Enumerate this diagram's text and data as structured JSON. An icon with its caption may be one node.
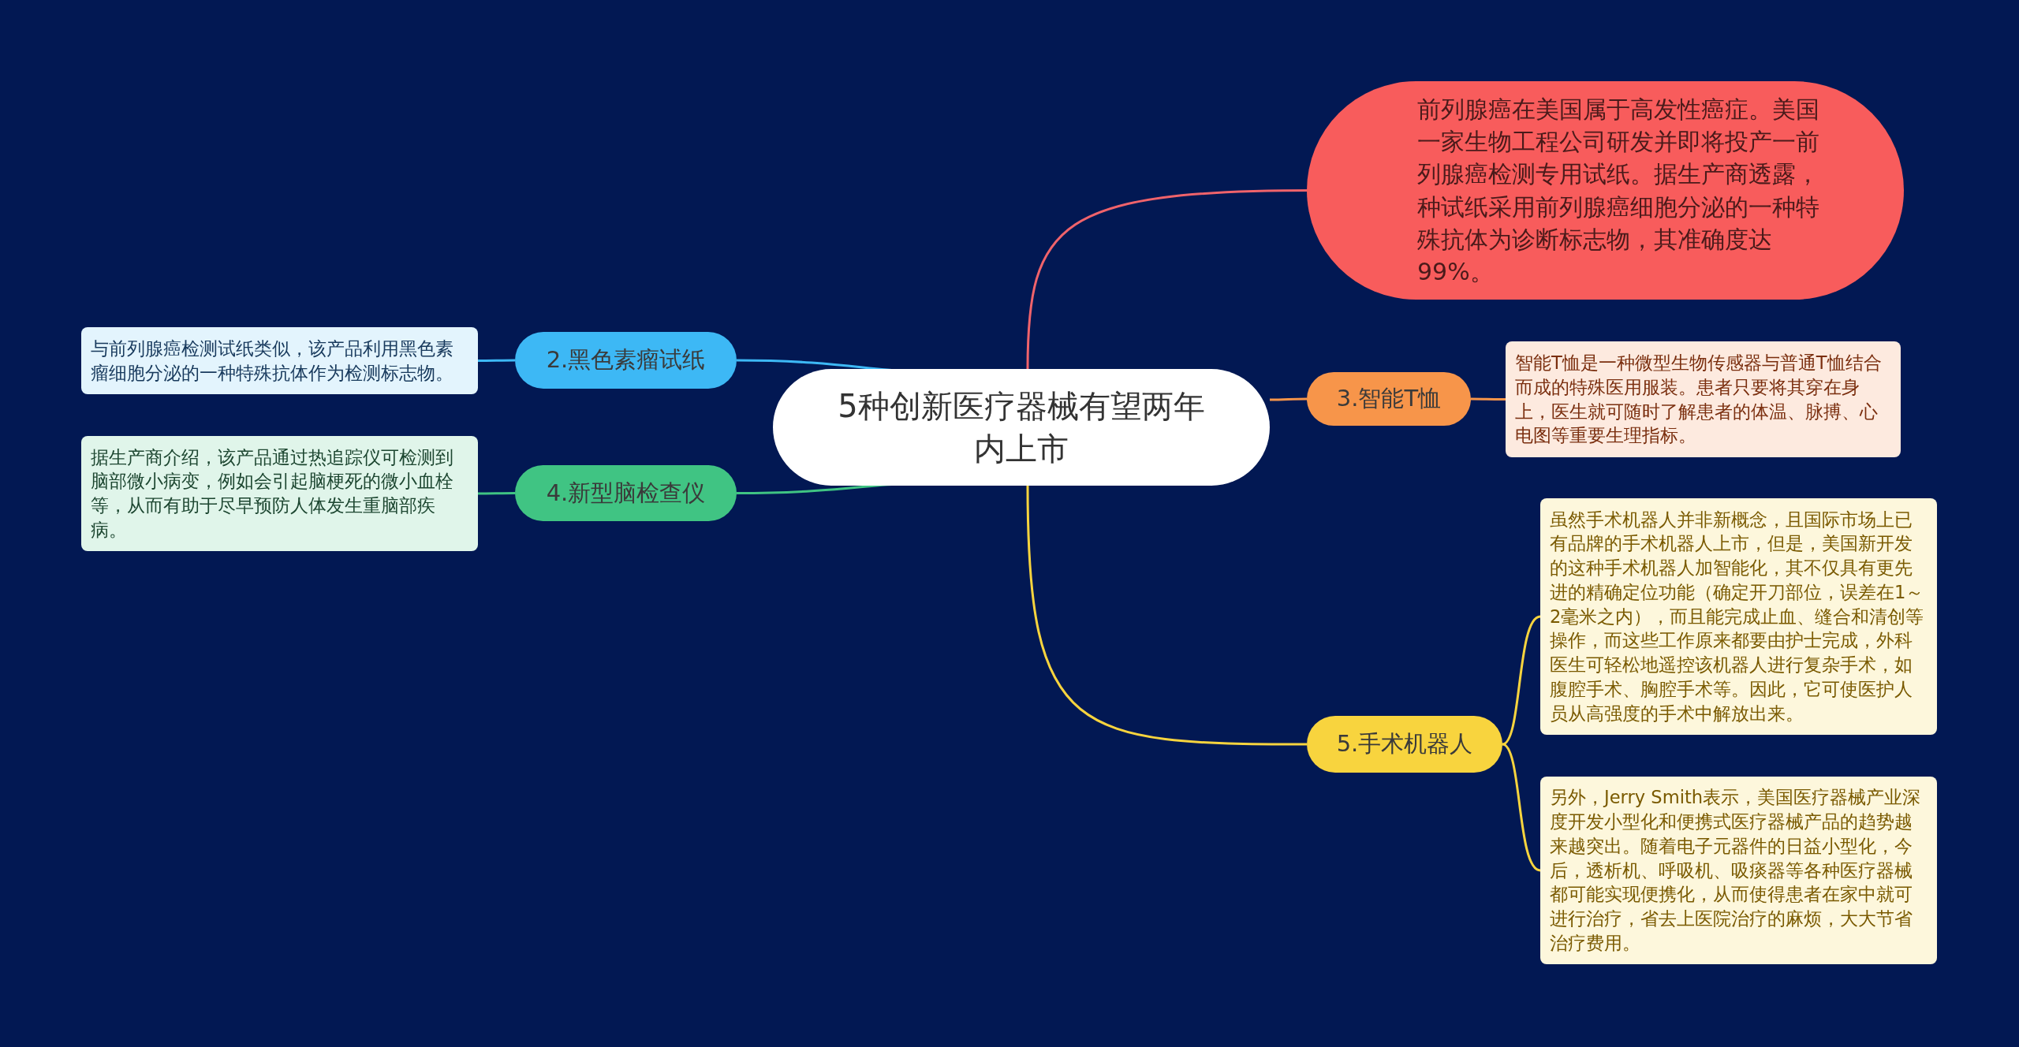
{
  "diagram": {
    "nodes": [
      {
        "text": [
          "5种创新医疗器械有望两年内上市"
        ]
      },
      {
        "text": [
          "前列腺癌在美国属于高发性癌症。美国一家生物工程公司研发并即将投产一前列腺癌检测专用试纸。据生产商透露，种试纸采用前列腺癌细胞分泌的一种特殊抗体为诊断标志物，其准确度达99%。"
        ]
      },
      {
        "text": [
          "2.黑色素瘤试纸"
        ]
      },
      {
        "text": [
          "与前列腺癌检测试纸类似，该产品利用黑色素瘤细胞分泌的一种特殊抗体作为检测标志物。"
        ]
      },
      {
        "text": [
          "3.智能T恤"
        ]
      },
      {
        "text": [
          "智能T恤是一种微型生物传感器与普通T恤结合而成的特殊医用服装。患者只要将其穿在身上，医生就可随时了解患者的体温、脉搏、心电图等重要生理指标。"
        ]
      },
      {
        "text": [
          "4.新型脑检查仪"
        ]
      },
      {
        "text": [
          "据生产商介绍，该产品通过热追踪仪可检测到脑部微小病变，例如会引起脑梗死的微小血栓等，从而有助于尽早预防人体发生重脑部疾病。"
        ]
      },
      {
        "text": [
          "5.手术机器人"
        ]
      },
      {
        "text": [
          "虽然手术机器人并非新概念，且国际市场上已有品牌的手术机器人上市，但是，美国新开发的这种手术机器人加智能化，其不仅具有更先进的精确定位功能（确定开刀部位，误差在1～2毫米之内），而且能完成止血、缝合和清创等操作，而这些工作原来都要由护士完成，外科医生可轻松地遥控该机器人进行复杂手术，如腹腔手术、胸腔手术等。因此，它可使医护人员从高强度的手术中解放出来。"
        ]
      },
      {
        "text": [
          "另外，Jerry Smith表示，美国医疗器械产业深度开发小型化和便携式医疗器械产品的趋势越来越突出。随着电子元器件的日益小型化，今后，透析机、呼吸机、吸痰器等各种医疗器械都可能实现便携化，从而使得患者在家中就可进行治疗，省去上医院治疗的麻烦，大大节省治疗费用。"
        ]
      }
    ],
    "edges": [
      {
        "from": 0,
        "to": 1,
        "arrow": "none",
        "color": "#f0636b"
      },
      {
        "from": 0,
        "to": 2,
        "arrow": "none",
        "color": "#3db8f5"
      },
      {
        "from": 0,
        "to": 4,
        "arrow": "none",
        "color": "#f7954a"
      },
      {
        "from": 0,
        "to": 6,
        "arrow": "none",
        "color": "#40c483"
      },
      {
        "from": 0,
        "to": 8,
        "arrow": "none",
        "color": "#f8d43e"
      },
      {
        "from": 2,
        "to": 3,
        "arrow": "none",
        "color": "#3db8f5"
      },
      {
        "from": 4,
        "to": 5,
        "arrow": "none",
        "color": "#f7954a"
      },
      {
        "from": 6,
        "to": 7,
        "arrow": "none",
        "color": "#40c483"
      },
      {
        "from": 8,
        "to": 9,
        "arrow": "none",
        "color": "#f8d43e"
      },
      {
        "from": 8,
        "to": 10,
        "arrow": "none",
        "color": "#f8d43e"
      }
    ]
  }
}
